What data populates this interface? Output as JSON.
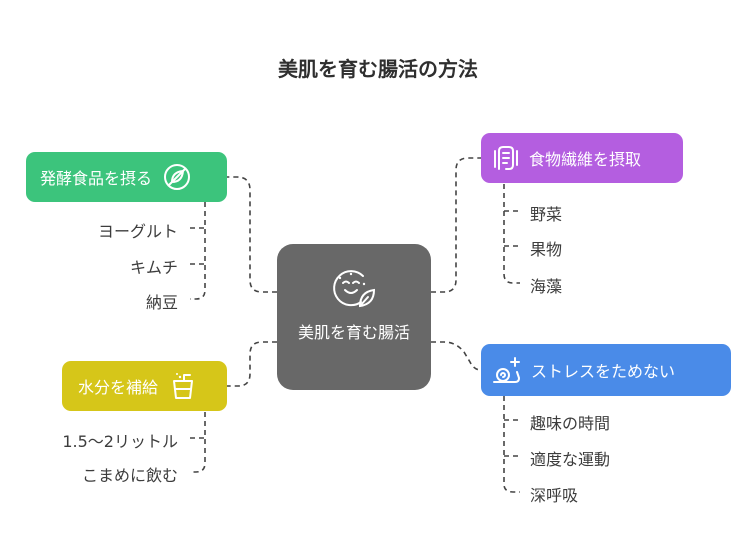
{
  "title": "美肌を育む腸活の方法",
  "center": {
    "label": "美肌を育む腸活",
    "icon": "face-leaf-icon"
  },
  "branches": {
    "fermented": {
      "label": "発酵食品を摂る",
      "color": "#3cc47c",
      "icon": "no-leaf-icon",
      "items": [
        "ヨーグルト",
        "キムチ",
        "納豆"
      ]
    },
    "fiber": {
      "label": "食物繊維を摂取",
      "color": "#b45ee0",
      "icon": "intestine-icon",
      "items": [
        "野菜",
        "果物",
        "海藻"
      ]
    },
    "water": {
      "label": "水分を補給",
      "color": "#d6c619",
      "icon": "water-glass-icon",
      "items": [
        "1.5〜2リットル",
        "こまめに飲む"
      ]
    },
    "stress": {
      "label": "ストレスをためない",
      "color": "#4a8be8",
      "icon": "snail-plus-icon",
      "items": [
        "趣味の時間",
        "適度な運動",
        "深呼吸"
      ]
    }
  }
}
